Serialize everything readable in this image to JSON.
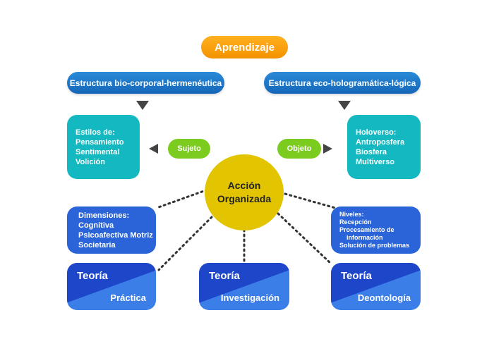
{
  "title": "Aprendizaje",
  "structures": {
    "left": "Estructura bio-corporal-hermenéutica",
    "right": "Estructura eco-hologramática-lógica"
  },
  "left_box": {
    "header": "Estilos de:",
    "items": [
      "Pensamiento",
      "Sentimental",
      "Volición"
    ]
  },
  "right_box": {
    "header": "Holoverso:",
    "items": [
      "Antroposfera",
      "Biosfera",
      "Multiverso"
    ]
  },
  "subject": "Sujeto",
  "object": "Objeto",
  "center": {
    "line1": "Acción",
    "line2": "Organizada"
  },
  "dimensions": {
    "header": "Dimensiones:",
    "items": [
      "Cognitiva",
      "Psicoafectiva Motriz",
      "Societaria"
    ]
  },
  "levels": {
    "header": "Niveles:",
    "items": [
      "Recepción",
      "Procesamiento de",
      "información",
      "Solución de problemas"
    ]
  },
  "theories": [
    {
      "title": "Teoría",
      "subtitle": "Práctica"
    },
    {
      "title": "Teoría",
      "subtitle": "Investigación"
    },
    {
      "title": "Teoría",
      "subtitle": "Deontología"
    }
  ],
  "colors": {
    "orange": "#f39200",
    "blue": "#1566b8",
    "teal": "#13b8c1",
    "green": "#7ccc1f",
    "yellow": "#e2c400",
    "dark_blue": "#1d46c8"
  }
}
